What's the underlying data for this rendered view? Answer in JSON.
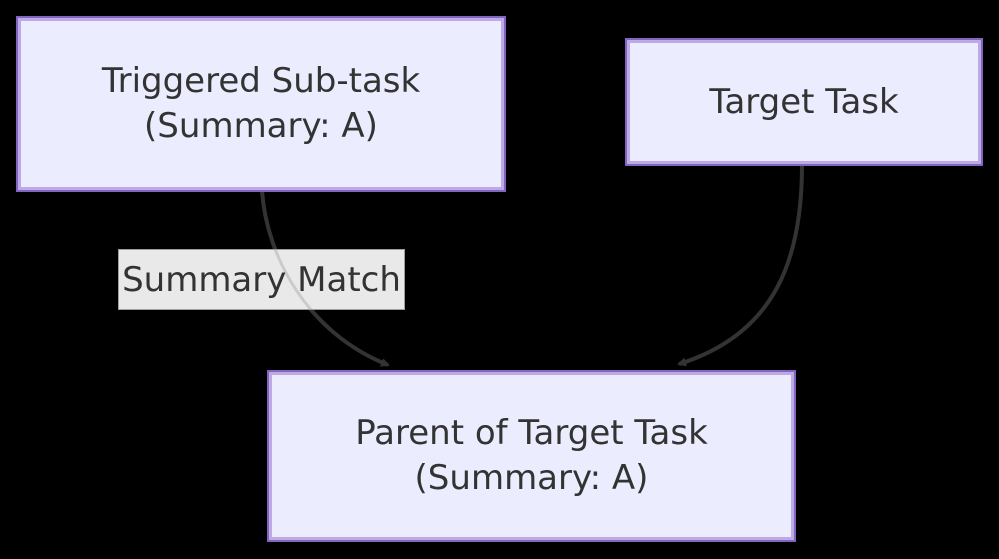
{
  "diagram": {
    "type": "flowchart",
    "background_color": "#000000",
    "nodes": [
      {
        "id": "triggered-subtask",
        "lines": [
          "Triggered Sub-task",
          "(Summary: A)"
        ]
      },
      {
        "id": "target-task",
        "lines": [
          "Target Task"
        ]
      },
      {
        "id": "parent-of-target-task",
        "lines": [
          "Parent of Target Task",
          "(Summary: A)"
        ]
      }
    ],
    "edges": [
      {
        "from": "triggered-subtask",
        "to": "parent-of-target-task",
        "label": "Summary Match"
      },
      {
        "from": "target-task",
        "to": "parent-of-target-task",
        "label": ""
      }
    ],
    "colors": {
      "node_fill": "#ECECFF",
      "node_border_outer": "#8265BE",
      "node_border_inner": "#BCA9E6",
      "node_text": "#333333",
      "edge_stroke": "#333333",
      "edge_label_bg": "#E9E9E9",
      "edge_label_border": "#9E9E9E",
      "edge_label_text": "#333333"
    }
  }
}
